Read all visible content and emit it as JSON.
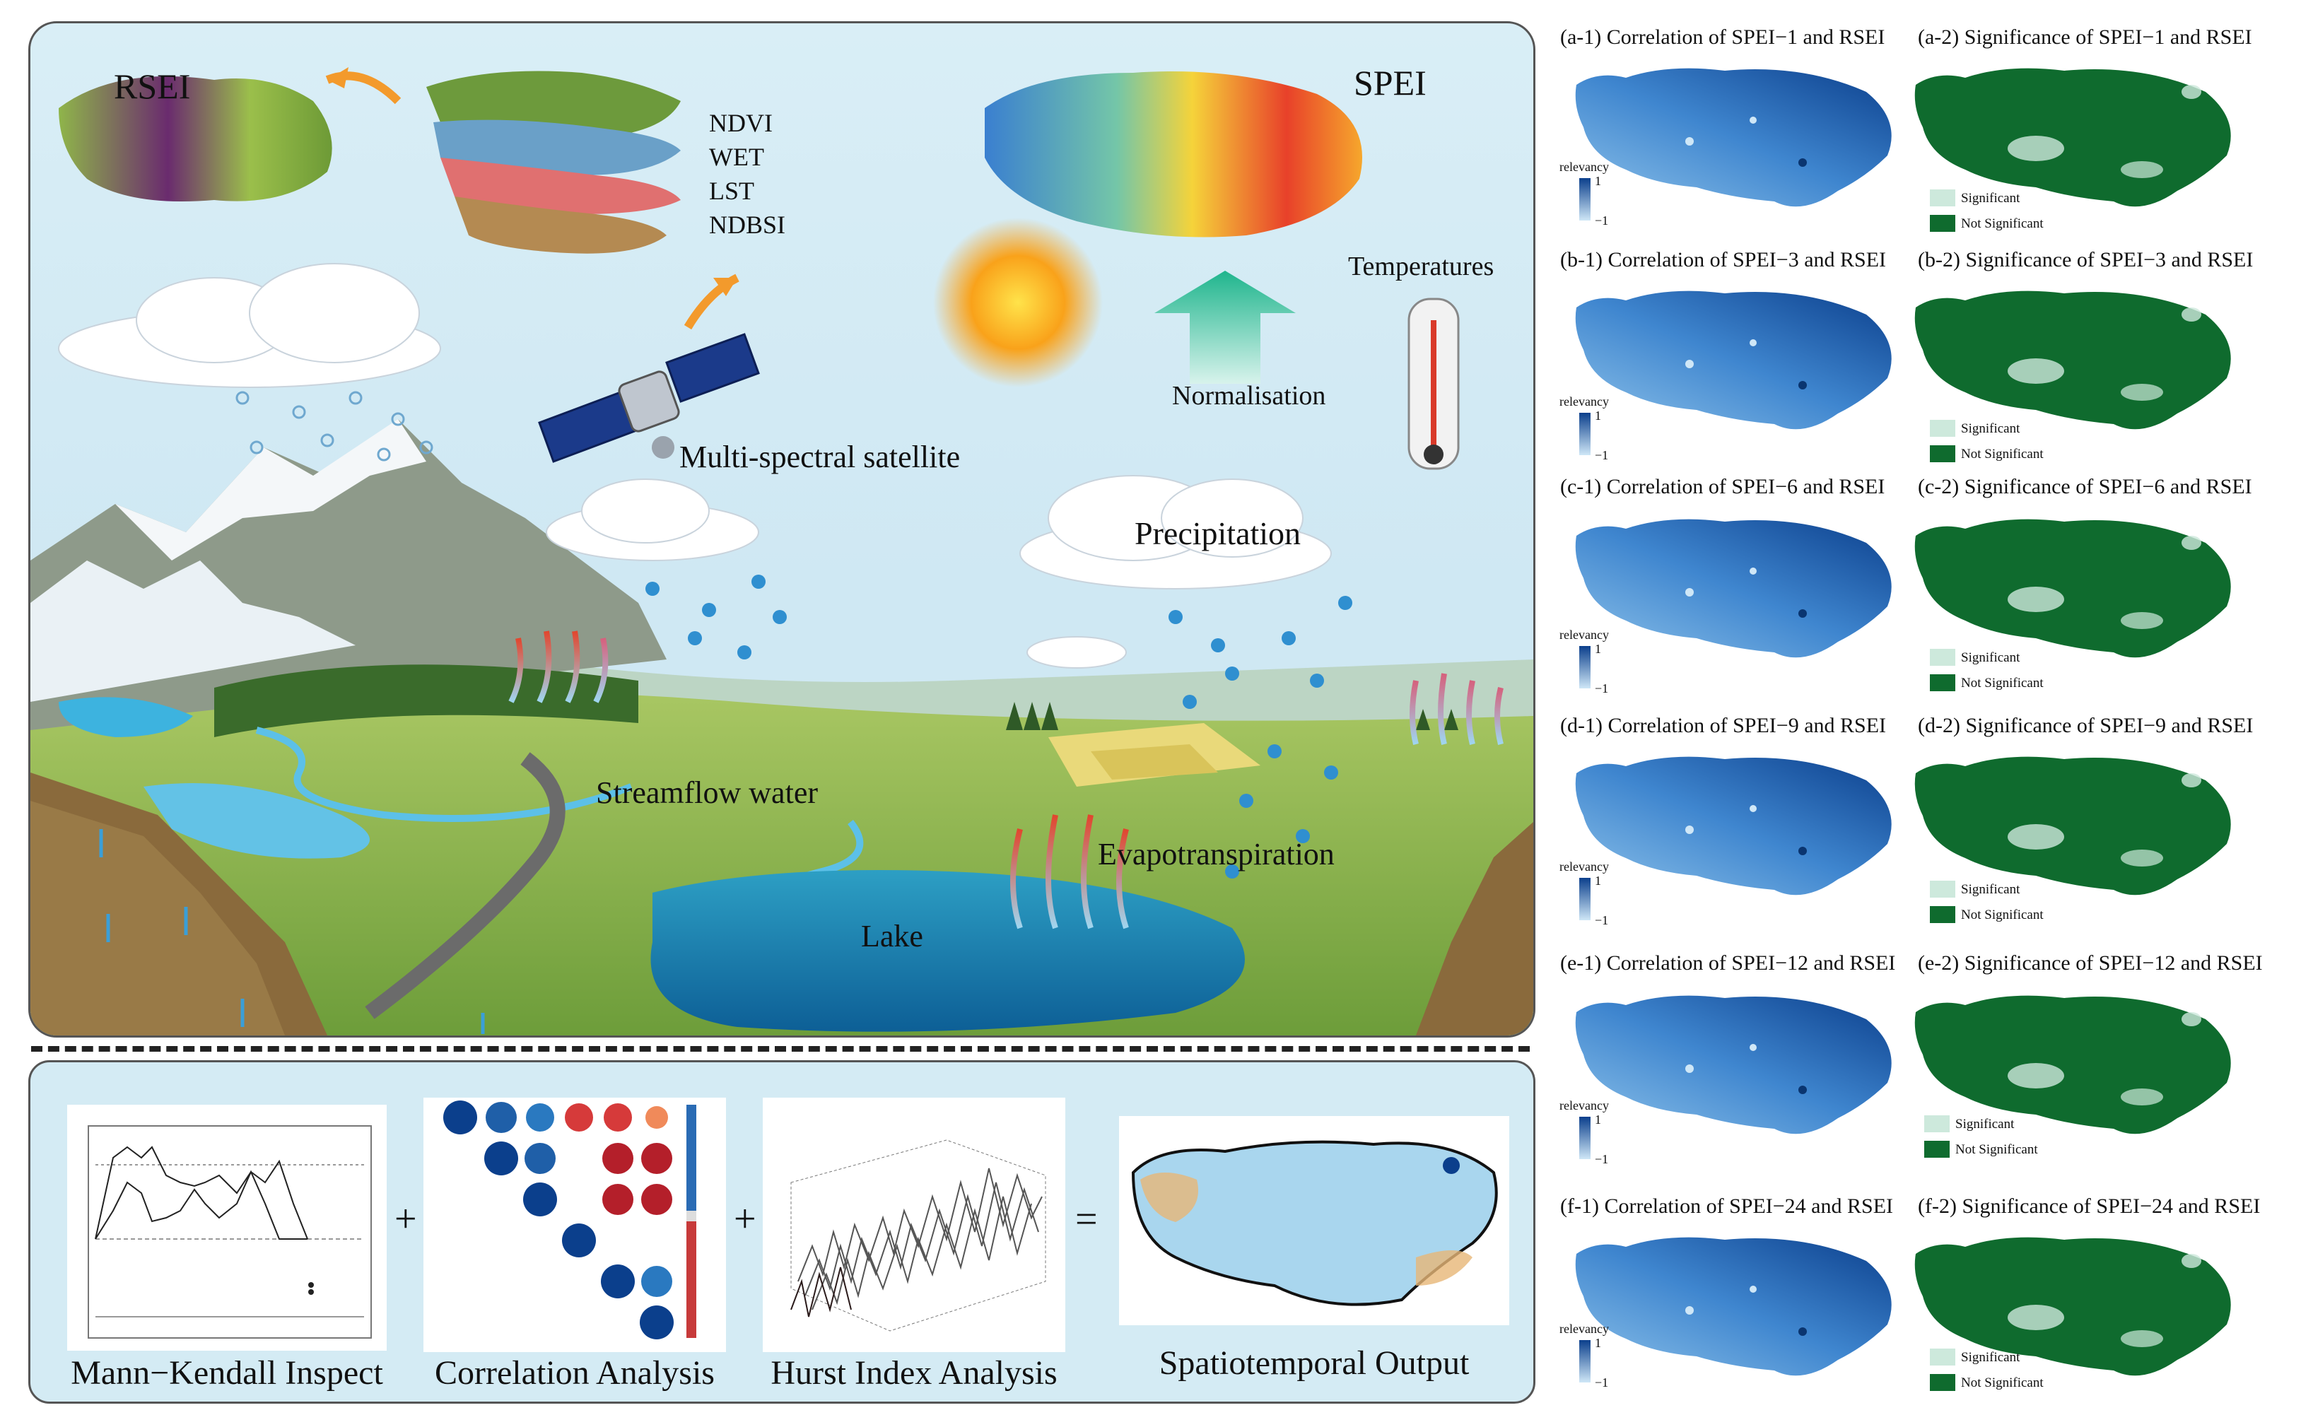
{
  "scene": {
    "rsei": "RSEI",
    "spei": "SPEI",
    "indices": [
      "NDVI",
      "WET",
      "LST",
      "NDBSI"
    ],
    "temperatures": "Temperatures",
    "normalisation": "Normalisation",
    "satellite": "Multi-spectral satellite",
    "precipitation": "Precipitation",
    "streamflow": "Streamflow water",
    "evapotranspiration": "Evapotranspiration",
    "lake": "Lake"
  },
  "methods": {
    "items": [
      "Mann−Kendall Inspect",
      "Correlation Analysis",
      "Hurst Index Analysis",
      "Spatiotemporal Output"
    ],
    "plus1": "+",
    "plus2": "+",
    "equals": "="
  },
  "panels": [
    {
      "corr_title": "(a-1)  Correlation of SPEI−1 and RSEI",
      "sig_title": "(a-2)  Significance of SPEI−1 and RSEI"
    },
    {
      "corr_title": "(b-1)  Correlation of SPEI−3 and RSEI",
      "sig_title": "(b-2)  Significance of SPEI−3 and RSEI"
    },
    {
      "corr_title": "(c-1)  Correlation of SPEI−6 and RSEI",
      "sig_title": "(c-2)  Significance of SPEI−6 and RSEI"
    },
    {
      "corr_title": "(d-1)  Correlation of SPEI−9 and RSEI",
      "sig_title": "(d-2)  Significance of SPEI−9 and RSEI"
    },
    {
      "corr_title": "(e-1)  Correlation of SPEI−12 and RSEI",
      "sig_title": "(e-2)  Significance of SPEI−12 and RSEI"
    },
    {
      "corr_title": "(f-1)  Correlation of SPEI−24 and RSEI",
      "sig_title": "(f-2)  Significance of SPEI−24 and RSEI"
    }
  ],
  "legend": {
    "label": "relevancy",
    "max": "1",
    "min": "−1",
    "significant": "Significant",
    "not_significant": "Not Significant"
  },
  "colors": {
    "corr_dark": "#0b3f8c",
    "corr_light": "#8fc3ea",
    "sig_dark": "#0f6b2e",
    "sig_light": "#cde9dc",
    "sun": "#f7a21b",
    "arrow_green": "#2fbf9a"
  }
}
